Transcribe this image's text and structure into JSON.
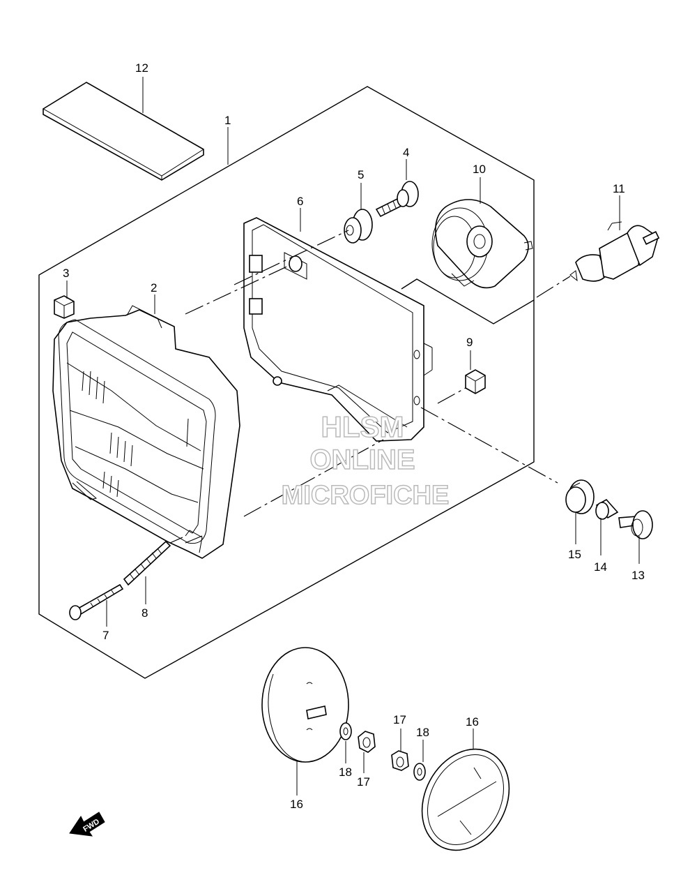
{
  "watermark": {
    "line1": "HLSM",
    "line2": "ONLINE",
    "line3": "MICROFICHE"
  },
  "direction_marker": {
    "label": "FWD",
    "icon": "fwd-arrow-icon"
  },
  "callouts": [
    {
      "id": "c12",
      "label": "12"
    },
    {
      "id": "c1",
      "label": "1"
    },
    {
      "id": "c4",
      "label": "4"
    },
    {
      "id": "c5",
      "label": "5"
    },
    {
      "id": "c6",
      "label": "6"
    },
    {
      "id": "c10",
      "label": "10"
    },
    {
      "id": "c11",
      "label": "11"
    },
    {
      "id": "c3",
      "label": "3"
    },
    {
      "id": "c2",
      "label": "2"
    },
    {
      "id": "c9",
      "label": "9"
    },
    {
      "id": "c15",
      "label": "15"
    },
    {
      "id": "c14",
      "label": "14"
    },
    {
      "id": "c13",
      "label": "13"
    },
    {
      "id": "c8",
      "label": "8"
    },
    {
      "id": "c7",
      "label": "7"
    },
    {
      "id": "c16a",
      "label": "16"
    },
    {
      "id": "c16b",
      "label": "16"
    },
    {
      "id": "c17a",
      "label": "17"
    },
    {
      "id": "c17b",
      "label": "17"
    },
    {
      "id": "c18a",
      "label": "18"
    },
    {
      "id": "c18b",
      "label": "18"
    }
  ]
}
